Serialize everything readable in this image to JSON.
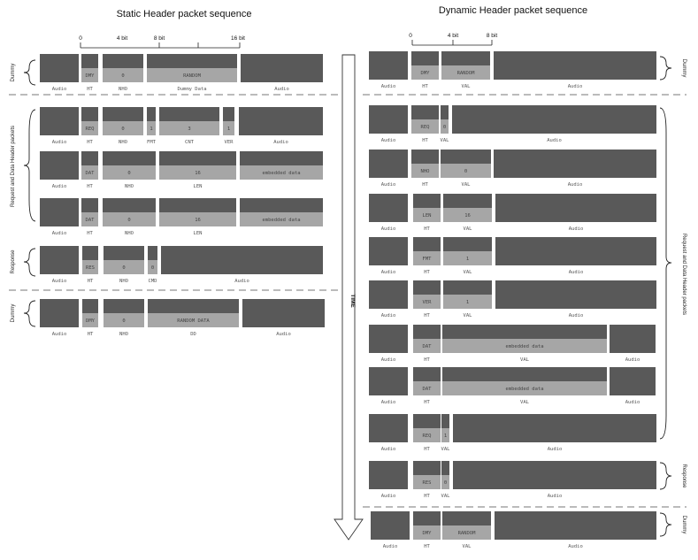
{
  "titles": {
    "static": "Static Header packet sequence",
    "dynamic": "Dynamic Header packet sequence"
  },
  "bit_scale": {
    "static": [
      "0",
      "4 bit",
      "8 bit",
      "16 bit"
    ],
    "dynamic": [
      "0",
      "4 bit",
      "8 bit"
    ]
  },
  "time_label": "TIME",
  "side_labels": {
    "static_dummy_top": "Dummy",
    "static_request_data": "Request and Data Header packets",
    "static_response": "Response",
    "static_dummy_bottom": "Dummy",
    "dynamic_dummy_top": "Dummy",
    "dynamic_request_data": "Request and Data Header packets",
    "dynamic_response": "Response",
    "dynamic_dummy_bottom": "Dummy"
  },
  "static_rows": [
    {
      "fields": [
        {
          "label": "Audio",
          "text": ""
        },
        {
          "label": "HT",
          "text": "DMY"
        },
        {
          "label": "NHO",
          "text": "0"
        },
        {
          "label": "Dummy Data",
          "text": "RANDOM"
        },
        {
          "label": "Audio",
          "text": ""
        }
      ]
    },
    {
      "fields": [
        {
          "label": "Audio",
          "text": ""
        },
        {
          "label": "HT",
          "text": "REQ"
        },
        {
          "label": "NHO",
          "text": "0"
        },
        {
          "label": "FMT",
          "text": "1"
        },
        {
          "label": "CNT",
          "text": "3"
        },
        {
          "label": "VER",
          "text": "1"
        },
        {
          "label": "Audio",
          "text": ""
        }
      ]
    },
    {
      "fields": [
        {
          "label": "Audio",
          "text": ""
        },
        {
          "label": "HT",
          "text": "DAT"
        },
        {
          "label": "NHO",
          "text": "0"
        },
        {
          "label": "LEN",
          "text": "16"
        },
        {
          "label": "",
          "text": "embedded data"
        }
      ]
    },
    {
      "fields": [
        {
          "label": "Audio",
          "text": ""
        },
        {
          "label": "HT",
          "text": "DAT"
        },
        {
          "label": "NHO",
          "text": "0"
        },
        {
          "label": "LEN",
          "text": "16"
        },
        {
          "label": "",
          "text": "embedded data"
        }
      ]
    },
    {
      "fields": [
        {
          "label": "Audio",
          "text": ""
        },
        {
          "label": "HT",
          "text": "RES"
        },
        {
          "label": "NHO",
          "text": "0"
        },
        {
          "label": "CMD",
          "text": "0"
        },
        {
          "label": "Audio",
          "text": ""
        }
      ]
    },
    {
      "fields": [
        {
          "label": "Audio",
          "text": ""
        },
        {
          "label": "HT",
          "text": "DMY"
        },
        {
          "label": "NHO",
          "text": "0"
        },
        {
          "label": "DD",
          "text": "RANDOM DATA"
        },
        {
          "label": "Audio",
          "text": ""
        }
      ]
    }
  ],
  "dynamic_rows": [
    {
      "fields": [
        {
          "label": "Audio",
          "text": ""
        },
        {
          "label": "HT",
          "text": "DMY"
        },
        {
          "label": "VAL",
          "text": "RANDOM"
        },
        {
          "label": "Audio",
          "text": ""
        }
      ]
    },
    {
      "fields": [
        {
          "label": "Audio",
          "text": ""
        },
        {
          "label": "HT",
          "text": "REQ"
        },
        {
          "label": "VAL",
          "text": "0"
        },
        {
          "label": "Audio",
          "text": ""
        }
      ]
    },
    {
      "fields": [
        {
          "label": "Audio",
          "text": ""
        },
        {
          "label": "HT",
          "text": "NHO"
        },
        {
          "label": "VAL",
          "text": "0"
        },
        {
          "label": "Audio",
          "text": ""
        }
      ]
    },
    {
      "fields": [
        {
          "label": "Audio",
          "text": ""
        },
        {
          "label": "HT",
          "text": "LEN"
        },
        {
          "label": "VAL",
          "text": "16"
        },
        {
          "label": "Audio",
          "text": ""
        }
      ]
    },
    {
      "fields": [
        {
          "label": "Audio",
          "text": ""
        },
        {
          "label": "HT",
          "text": "FMT"
        },
        {
          "label": "VAL",
          "text": "1"
        },
        {
          "label": "Audio",
          "text": ""
        }
      ]
    },
    {
      "fields": [
        {
          "label": "Audio",
          "text": ""
        },
        {
          "label": "HT",
          "text": "VER"
        },
        {
          "label": "VAL",
          "text": "1"
        },
        {
          "label": "Audio",
          "text": ""
        }
      ]
    },
    {
      "fields": [
        {
          "label": "Audio",
          "text": ""
        },
        {
          "label": "HT",
          "text": "DAT"
        },
        {
          "label": "VAL",
          "text": "embedded data"
        },
        {
          "label": "Audio",
          "text": ""
        }
      ]
    },
    {
      "fields": [
        {
          "label": "Audio",
          "text": ""
        },
        {
          "label": "HT",
          "text": "DAT"
        },
        {
          "label": "VAL",
          "text": "embedded data"
        },
        {
          "label": "Audio",
          "text": ""
        }
      ]
    },
    {
      "fields": [
        {
          "label": "Audio",
          "text": ""
        },
        {
          "label": "HT",
          "text": "REQ"
        },
        {
          "label": "VAL",
          "text": "1"
        },
        {
          "label": "Audio",
          "text": ""
        }
      ]
    },
    {
      "fields": [
        {
          "label": "Audio",
          "text": ""
        },
        {
          "label": "HT",
          "text": "RES"
        },
        {
          "label": "VAL",
          "text": "0"
        },
        {
          "label": "Audio",
          "text": ""
        }
      ]
    },
    {
      "fields": [
        {
          "label": "Audio",
          "text": ""
        },
        {
          "label": "HT",
          "text": "DMY"
        },
        {
          "label": "VAL",
          "text": "RANDOM"
        },
        {
          "label": "Audio",
          "text": ""
        }
      ]
    }
  ],
  "colors": {
    "dark": "#595959",
    "light": "#a6a6a6",
    "line": "#222222",
    "dash": "#777777"
  }
}
